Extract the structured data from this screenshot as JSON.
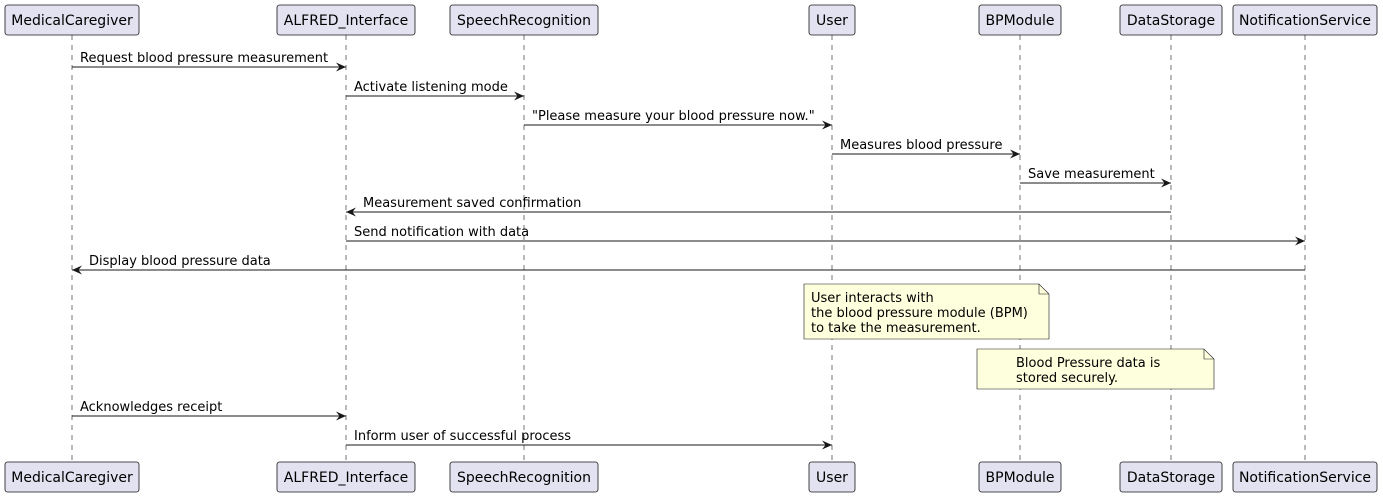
{
  "participants": [
    {
      "id": "mc",
      "label": "MedicalCaregiver"
    },
    {
      "id": "ai",
      "label": "ALFRED_Interface"
    },
    {
      "id": "sr",
      "label": "SpeechRecognition"
    },
    {
      "id": "us",
      "label": "User"
    },
    {
      "id": "bp",
      "label": "BPModule"
    },
    {
      "id": "ds",
      "label": "DataStorage"
    },
    {
      "id": "ns",
      "label": "NotificationService"
    }
  ],
  "messages": [
    {
      "from": "mc",
      "to": "ai",
      "label": "Request blood pressure measurement"
    },
    {
      "from": "ai",
      "to": "sr",
      "label": "Activate listening mode"
    },
    {
      "from": "sr",
      "to": "us",
      "label": "\"Please measure your blood pressure now.\""
    },
    {
      "from": "us",
      "to": "bp",
      "label": "Measures blood pressure"
    },
    {
      "from": "bp",
      "to": "ds",
      "label": "Save measurement"
    },
    {
      "from": "ds",
      "to": "ai",
      "label": "Measurement saved confirmation"
    },
    {
      "from": "ai",
      "to": "ns",
      "label": "Send notification with data"
    },
    {
      "from": "ns",
      "to": "mc",
      "label": "Display blood pressure data"
    },
    {
      "from": "mc",
      "to": "ai",
      "label": "Acknowledges receipt"
    },
    {
      "from": "ai",
      "to": "us",
      "label": "Inform user of successful process"
    }
  ],
  "notes": [
    {
      "over": "bp",
      "lines": [
        "User interacts with",
        "the blood pressure module (BPM)",
        "to take the measurement."
      ]
    },
    {
      "over": "ds",
      "lines": [
        "Blood Pressure data is",
        "stored securely."
      ]
    }
  ],
  "colors": {
    "participant_fill": "#e2e2f0",
    "note_fill": "#feffdd",
    "line": "#181818"
  }
}
